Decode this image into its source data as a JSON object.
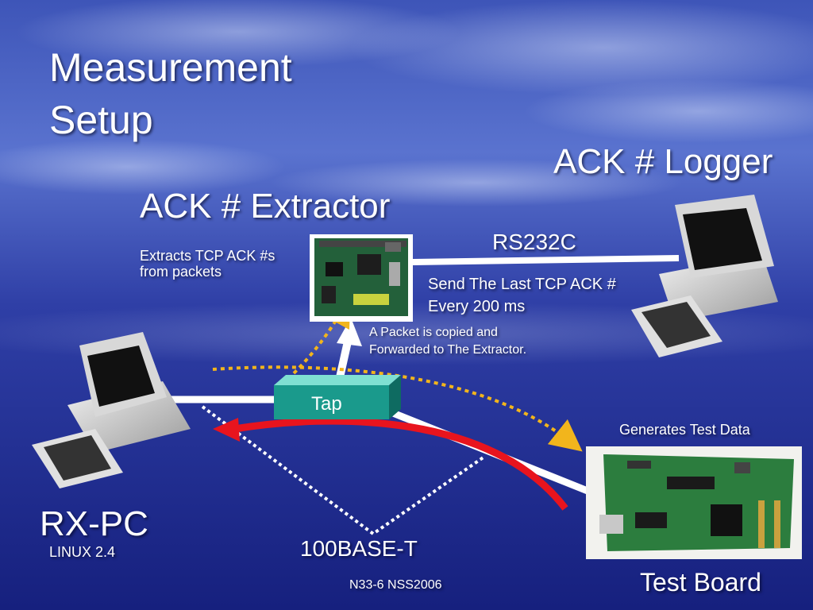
{
  "slide": {
    "title_line1": "Measurement",
    "title_line2": "Setup",
    "footer": "N33-6 NSS2006"
  },
  "nodes": {
    "extractor": {
      "heading": "ACK # Extractor",
      "desc_line1": "Extracts TCP ACK #s",
      "desc_line2": "from packets"
    },
    "logger": {
      "heading": "ACK # Logger"
    },
    "rx_pc": {
      "name": "RX-PC",
      "os": "LINUX 2.4"
    },
    "test_board": {
      "name": "Test Board",
      "caption": "Generates Test Data"
    },
    "tap": {
      "label": "Tap"
    }
  },
  "links": {
    "rs232": {
      "label": "RS232C",
      "note_line1": "Send The Last TCP ACK #",
      "note_line2": "Every 200 ms"
    },
    "copy_note_line1": "A Packet is copied and",
    "copy_note_line2": "Forwarded to The Extractor.",
    "ethernet": "100BASE-T"
  },
  "colors": {
    "background_dark": "#1a2a8c",
    "background_light": "#4a63c4",
    "data_flow_arrow": "#e8141e",
    "copy_path_dotted": "#f2b51c",
    "tap_box": "#1a9a8c",
    "cable": "#ffffff"
  },
  "icons": [
    "computer-icon",
    "circuit-board-icon",
    "tap-box-icon",
    "arrow-icon"
  ]
}
